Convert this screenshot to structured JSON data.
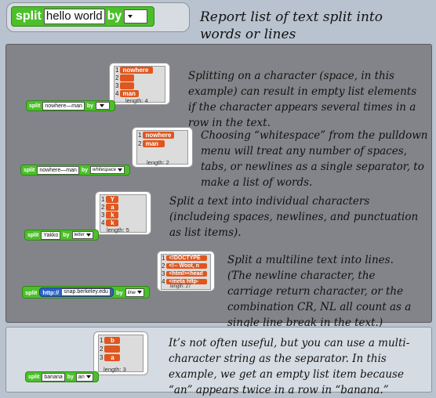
{
  "header": {
    "block": {
      "split": "split",
      "text": "hello world",
      "by": "by",
      "dropdown": " "
    },
    "description": "Report list of text split into words or lines"
  },
  "examples": [
    {
      "block": {
        "split": "split",
        "text": "nowhere—man",
        "by": "by",
        "dropdown": " "
      },
      "items": [
        "nowhere",
        "",
        "",
        "man"
      ],
      "length_label": "length: 4",
      "description": "Splitting on a character (space, in this example) can result in empty list elements if the character appears several times in a row in the text."
    },
    {
      "block": {
        "split": "split",
        "text": "nowhere—man",
        "by": "by",
        "dropdown": "whitespace"
      },
      "items": [
        "nowhere",
        "man"
      ],
      "length_label": "length: 2",
      "description": "Choosing “whitespace” from the pulldown menu will treat any number of spaces, tabs, or newlines as a single separator, to make a list of words."
    },
    {
      "block": {
        "split": "split",
        "text": "Yakko",
        "by": "by",
        "dropdown": "letter"
      },
      "items": [
        "Y",
        "a",
        "k",
        "k"
      ],
      "length_label": "length: 5",
      "description": "Split a text into individual characters (includeing spaces, newlines, and punctuation as list items)."
    },
    {
      "block": {
        "split": "split",
        "reporter": "http://",
        "text": "snap.berkeley.edu",
        "by": "by",
        "dropdown": "line"
      },
      "items": [
        "<!DOCTYPE",
        "<!-- Woot, n",
        "<html><head",
        "<meta http-"
      ],
      "length_label": "length: 27",
      "description_lines": [
        "Split a multiline text into lines.",
        "(The newline character, the carriage return character, or the combination CR, NL all count as a single line break in the text.)"
      ]
    }
  ],
  "bottom": {
    "block": {
      "split": "split",
      "text": "banana",
      "by": "by",
      "dropdown": "an"
    },
    "items": [
      "b",
      "",
      "a"
    ],
    "length_label": "length: 3",
    "description": "It’s not often useful, but you can use a multi-character string as the separator.  In this example, we get an empty list item because “an” appears twice in a row in “banana.”"
  }
}
